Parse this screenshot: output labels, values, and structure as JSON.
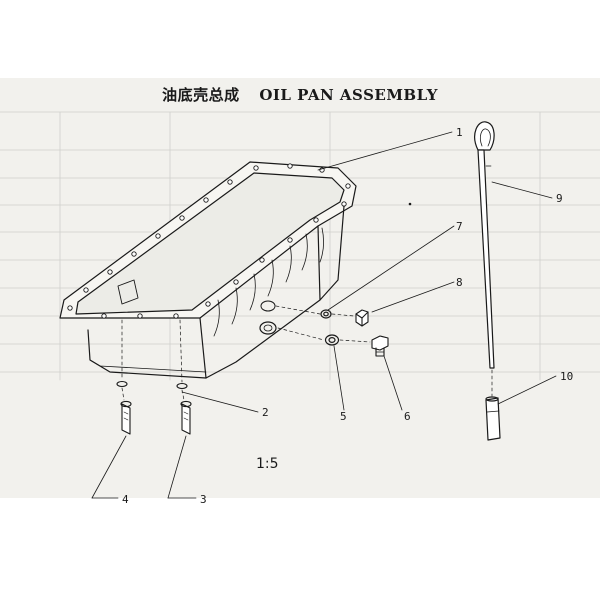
{
  "title": {
    "chinese": "油底壳总成",
    "english": "OIL PAN ASSEMBLY"
  },
  "scale": "1:5",
  "callouts": [
    "1",
    "2",
    "3",
    "4",
    "5",
    "6",
    "7",
    "8",
    "9",
    "10"
  ],
  "colors": {
    "ink": "#1a1a1a",
    "paper": "#f2f1ed",
    "show_through": "#c6c6c2"
  },
  "icons": {
    "oil_pan": "oil-pan-icon",
    "dipstick": "dipstick-icon",
    "drain_plug": "drain-plug-icon",
    "bolt": "bolt-icon",
    "washer": "washer-icon"
  }
}
